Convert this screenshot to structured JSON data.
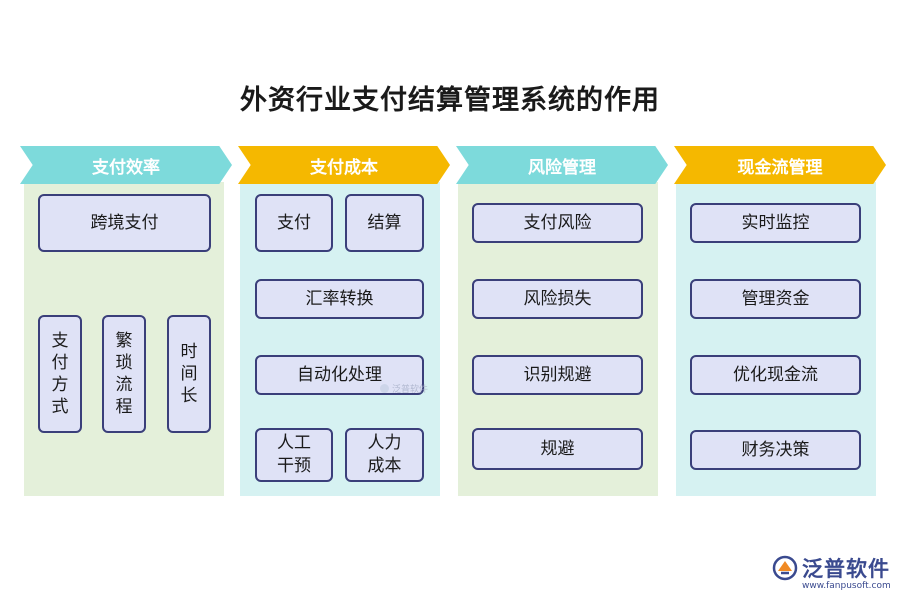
{
  "title": "外资行业支付结算管理系统的作用",
  "columns": [
    {
      "header": "支付效率",
      "bg": "#e4f0da",
      "banner": "#7ddadb",
      "items": [
        "跨境支付",
        "支付方式",
        "繁琐流程",
        "时间长"
      ]
    },
    {
      "header": "支付成本",
      "bg": "#d6f2f2",
      "banner": "#f5b800",
      "items": [
        "支付",
        "结算",
        "汇率转换",
        "自动化处理",
        "人工干预",
        "人力成本"
      ]
    },
    {
      "header": "风险管理",
      "bg": "#e4f0da",
      "banner": "#7ddadb",
      "items": [
        "支付风险",
        "风险损失",
        "识别规避",
        "规避"
      ]
    },
    {
      "header": "现金流管理",
      "bg": "#d6f2f2",
      "banner": "#f5b800",
      "items": [
        "实时监控",
        "管理资金",
        "优化现金流",
        "财务决策"
      ]
    }
  ],
  "watermark": "泛普软件",
  "logo": {
    "name": "泛普软件",
    "url": "www.fanpusoft.com",
    "icon": "fanpu-logo-icon"
  }
}
